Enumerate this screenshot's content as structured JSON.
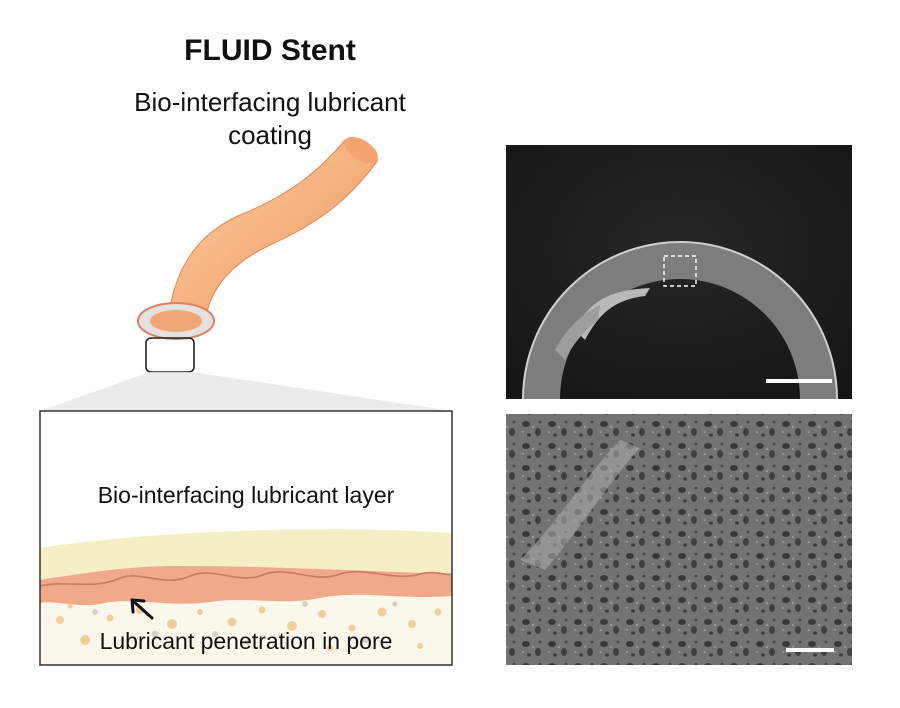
{
  "figure": {
    "title": "FLUID Stent",
    "subtitle_line1": "Bio-interfacing lubricant",
    "subtitle_line2": "coating",
    "inset": {
      "layer_label": "Bio-interfacing lubricant layer",
      "pore_label": "Lubricant penetration in pore"
    }
  },
  "colors": {
    "stent_body": "#f6b27f",
    "stent_dark": "#e98a5a",
    "lubricant_layer": "#f4efc4",
    "substrate_band": "#f2a88a",
    "pore_dot": "#f0cf98",
    "sem_dark": "#1c1c1c",
    "sem_ring": "#8a8a8a"
  },
  "icons": {
    "arrow": "arrow-up-left-icon",
    "scale_bar": "scale-bar-icon"
  }
}
